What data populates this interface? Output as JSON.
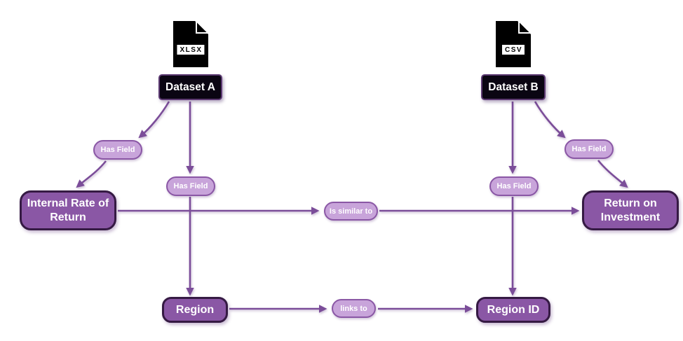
{
  "colors": {
    "canvas_bg": "#ffffff",
    "edge": "#7b4d99",
    "node_fill": "#8a57a5",
    "node_border": "#351a43",
    "pill_fill": "#c8a4da",
    "pill_border": "#8a57a5",
    "dataset_bg": "#0a0512",
    "dataset_border": "#5c3a72",
    "text": "#ffffff"
  },
  "nodes": {
    "dataset_a": {
      "label": "Dataset A",
      "file_type": "XLSX"
    },
    "dataset_b": {
      "label": "Dataset B",
      "file_type": "CSV"
    },
    "internal_rate_of_return": {
      "label": "Internal Rate of Return"
    },
    "return_on_investment": {
      "label": "Return on Investment"
    },
    "region": {
      "label": "Region"
    },
    "region_id": {
      "label": "Region ID"
    }
  },
  "edge_labels": {
    "a_has_field_left": "Has Field",
    "a_has_field_down": "Has Field",
    "b_has_field_down": "Has Field",
    "b_has_field_right": "Has Field",
    "is_similar_to": "Is similar to",
    "links_to": "links to"
  }
}
